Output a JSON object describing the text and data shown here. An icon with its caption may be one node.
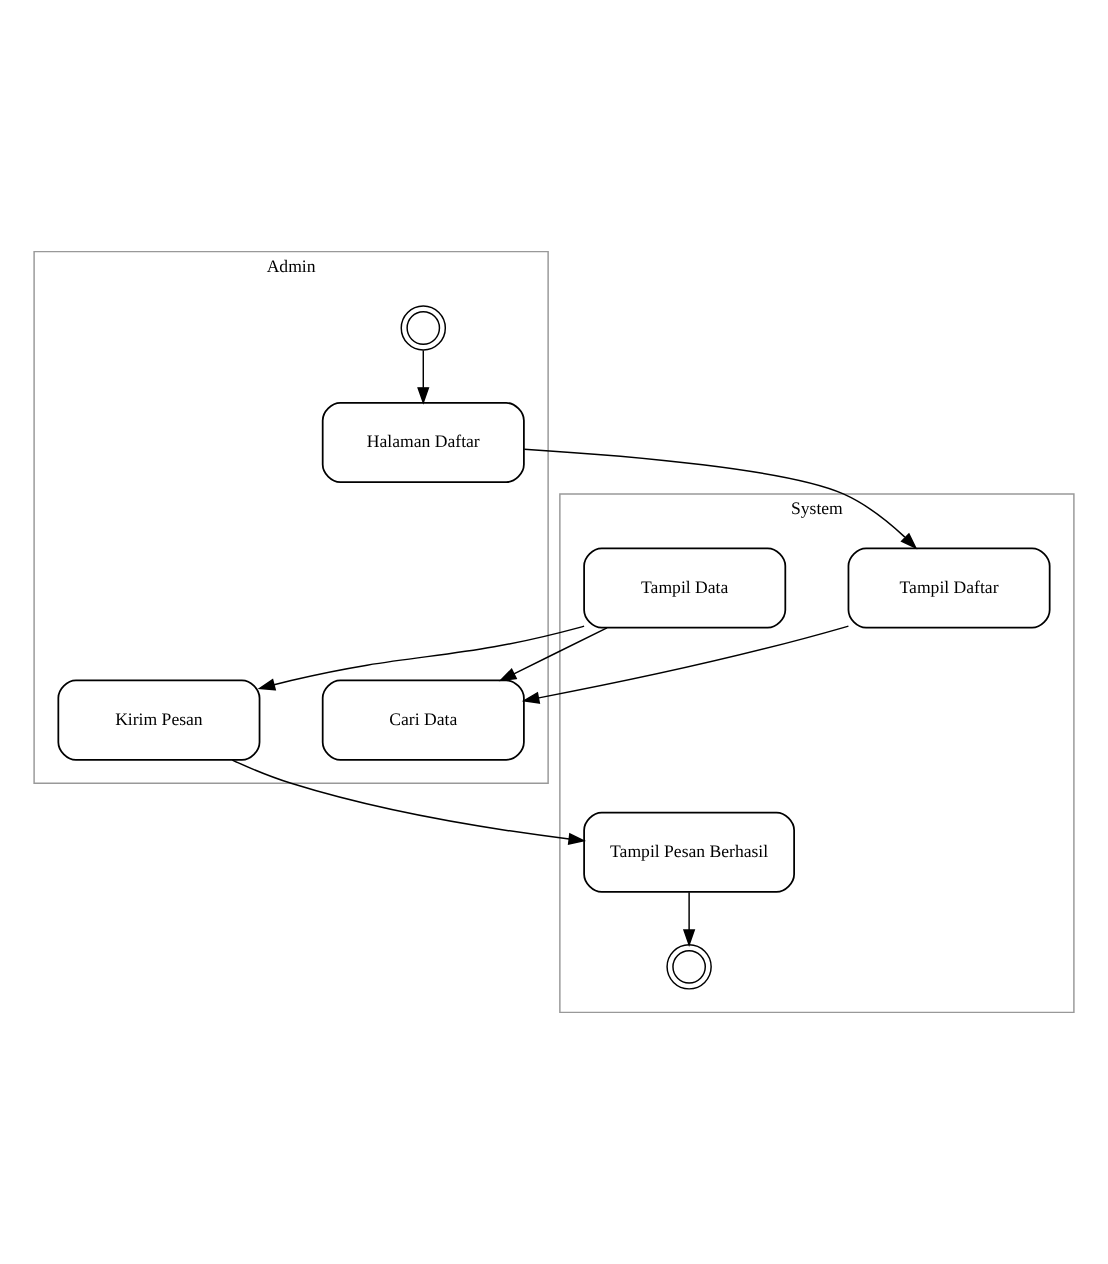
{
  "diagram": {
    "nodes": [
      {
        "text": [
          "Admin"
        ]
      },
      {
        "text": [
          "System"
        ]
      },
      {
        "text": [],
        "shape": "circle",
        "in": 0
      },
      {
        "text": [
          "Halaman Daftar"
        ],
        "in": 0
      },
      {
        "text": [
          "Tampil Daftar"
        ],
        "in": 1
      },
      {
        "text": [
          "Cari Data"
        ],
        "in": 0
      },
      {
        "text": [
          "Tampil Data"
        ],
        "in": 1
      },
      {
        "text": [
          "Kirim Pesan"
        ],
        "in": 0
      },
      {
        "text": [
          "Tampil Pesan Berhasil"
        ],
        "in": 1
      },
      {
        "text": [],
        "shape": "circle",
        "in": 1
      }
    ],
    "edges": [
      {
        "from": 2,
        "to": 3,
        "arrow": "to"
      },
      {
        "from": 3,
        "to": 4,
        "arrow": "to"
      },
      {
        "from": 4,
        "to": 5,
        "arrow": "to"
      },
      {
        "from": 6,
        "to": 5,
        "arrow": "to"
      },
      {
        "from": 6,
        "to": 7,
        "arrow": "to"
      },
      {
        "from": 7,
        "to": 8,
        "arrow": "to"
      },
      {
        "from": 8,
        "to": 9,
        "arrow": "to"
      }
    ]
  }
}
